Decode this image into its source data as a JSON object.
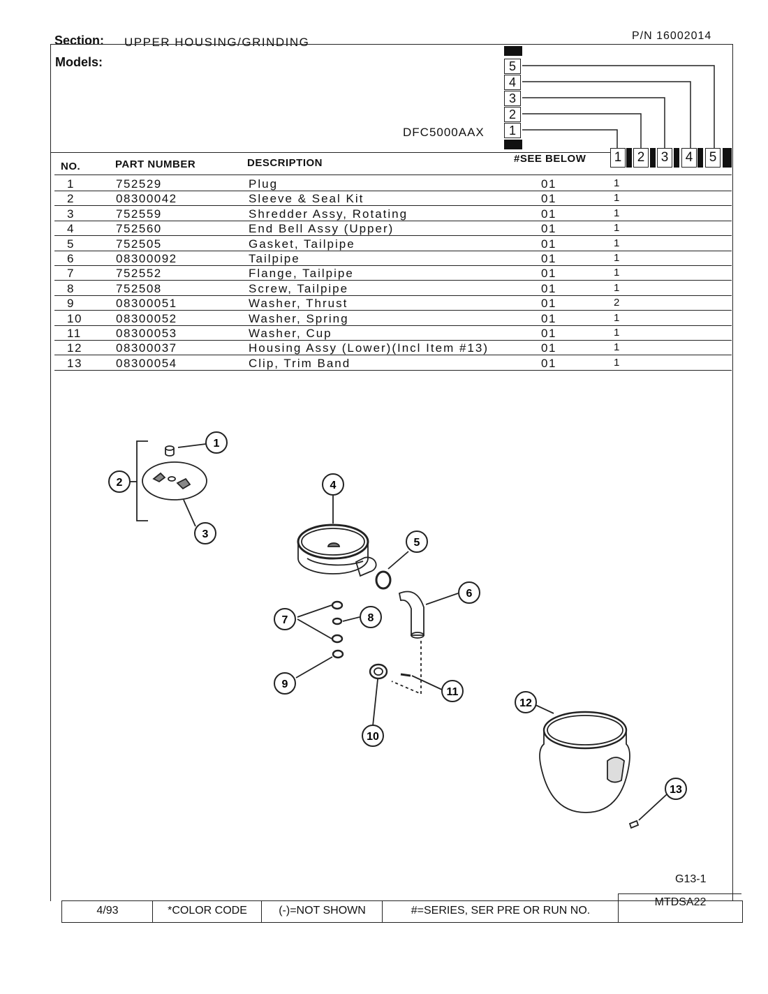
{
  "header": {
    "section_label": "Section:",
    "section_value": "UPPER HOUSING/GRINDING",
    "pn": "P/N 16002014",
    "models_label": "Models:",
    "model_name": "DFC5000AAX",
    "model_numbers": [
      "5",
      "4",
      "3",
      "2",
      "1"
    ]
  },
  "columns": {
    "no": "NO.",
    "part_number": "PART NUMBER",
    "description": "DESCRIPTION",
    "see_below": "#SEE BELOW",
    "models": [
      "1",
      "2",
      "3",
      "4",
      "5"
    ]
  },
  "parts": [
    {
      "no": "1",
      "part": "752529",
      "desc": "Plug",
      "see": "01",
      "q1": "1"
    },
    {
      "no": "2",
      "part": "08300042",
      "desc": "Sleeve & Seal Kit",
      "see": "01",
      "q1": "1"
    },
    {
      "no": "3",
      "part": "752559",
      "desc": "Shredder Assy, Rotating",
      "see": "01",
      "q1": "1"
    },
    {
      "no": "4",
      "part": "752560",
      "desc": "End Bell Assy (Upper)",
      "see": "01",
      "q1": "1"
    },
    {
      "no": "5",
      "part": "752505",
      "desc": "Gasket, Tailpipe",
      "see": "01",
      "q1": "1"
    },
    {
      "no": "6",
      "part": "08300092",
      "desc": "Tailpipe",
      "see": "01",
      "q1": "1"
    },
    {
      "no": "7",
      "part": "752552",
      "desc": "Flange, Tailpipe",
      "see": "01",
      "q1": "1"
    },
    {
      "no": "8",
      "part": "752508",
      "desc": "Screw, Tailpipe",
      "see": "01",
      "q1": "1"
    },
    {
      "no": "9",
      "part": "08300051",
      "desc": "Washer, Thrust",
      "see": "01",
      "q1": "2"
    },
    {
      "no": "10",
      "part": "08300052",
      "desc": "Washer, Spring",
      "see": "01",
      "q1": "1"
    },
    {
      "no": "11",
      "part": "08300053",
      "desc": "Washer, Cup",
      "see": "01",
      "q1": "1"
    },
    {
      "no": "12",
      "part": "08300037",
      "desc": "Housing Assy (Lower)(Incl Item #13)",
      "see": "01",
      "q1": "1"
    },
    {
      "no": "13",
      "part": "08300054",
      "desc": "Clip, Trim Band",
      "see": "01",
      "q1": "1"
    }
  ],
  "diagram": {
    "callouts": [
      "1",
      "2",
      "3",
      "4",
      "5",
      "6",
      "7",
      "8",
      "9",
      "10",
      "11",
      "12",
      "13"
    ],
    "page_code": "G13-1"
  },
  "footer": {
    "date": "4/93",
    "color_code": "*COLOR CODE",
    "not_shown": "(-)=NOT SHOWN",
    "series": "#=SERIES, SER PRE OR RUN NO.",
    "doc_code": "MTDSA22"
  }
}
